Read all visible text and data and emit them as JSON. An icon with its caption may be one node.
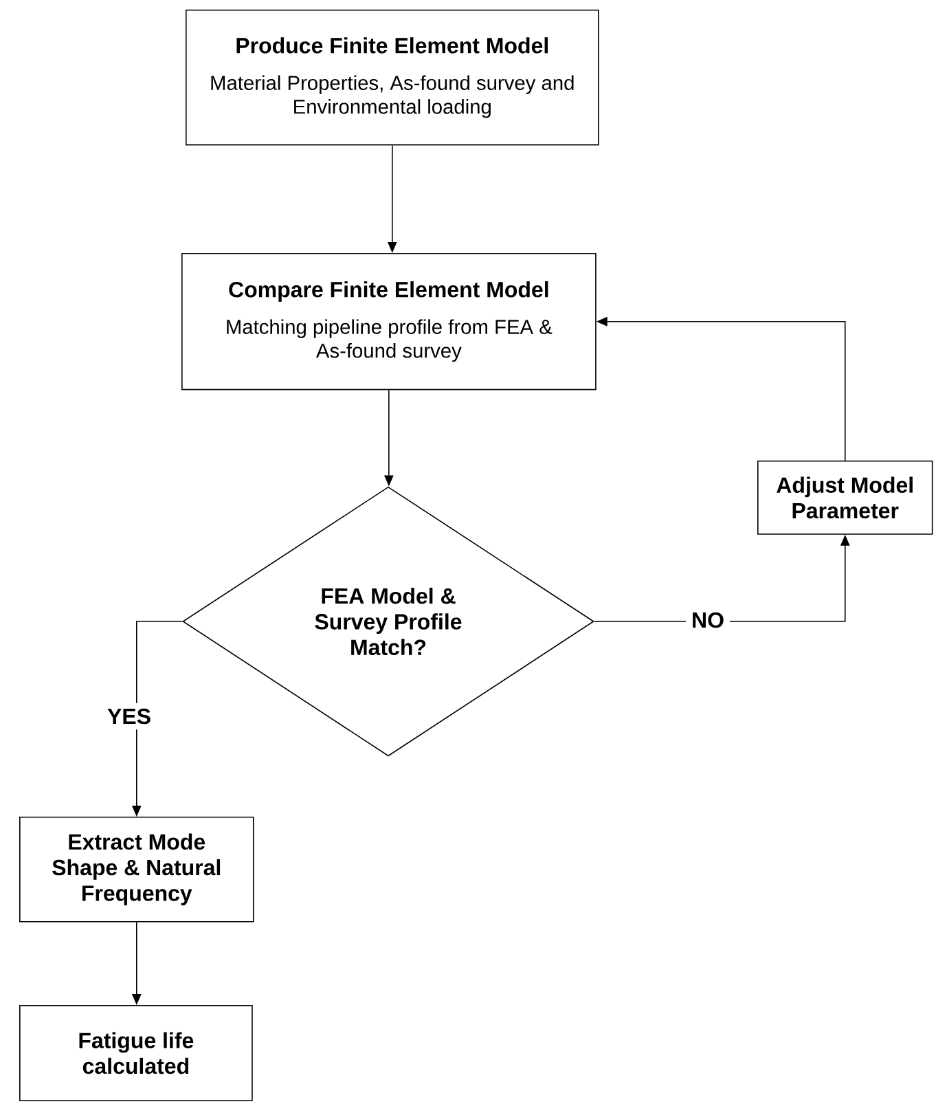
{
  "diagram": {
    "nodes": [
      {
        "text": [
          "Produce Finite Element Model",
          "Material Properties, As-found survey and Environmental loading"
        ]
      },
      {
        "text": [
          "Compare Finite Element Model",
          "Matching pipeline profile from FEA & As-found survey"
        ]
      },
      {
        "text": [
          "FEA Model & Survey Profile Match?"
        ]
      },
      {
        "text": [
          "Adjust Model Parameter"
        ]
      },
      {
        "text": [
          "Extract Mode Shape & Natural Frequency"
        ]
      },
      {
        "text": [
          "Fatigue life calculated"
        ]
      }
    ],
    "edges": [
      {
        "from": 0,
        "to": 1,
        "arrow": "to"
      },
      {
        "from": 1,
        "to": 2,
        "arrow": "to"
      },
      {
        "from": 2,
        "to": 3,
        "arrow": "to",
        "label": "NO"
      },
      {
        "from": 3,
        "to": 1,
        "arrow": "to"
      },
      {
        "from": 2,
        "to": 4,
        "arrow": "to",
        "label": "YES"
      },
      {
        "from": 4,
        "to": 5,
        "arrow": "to"
      }
    ]
  }
}
